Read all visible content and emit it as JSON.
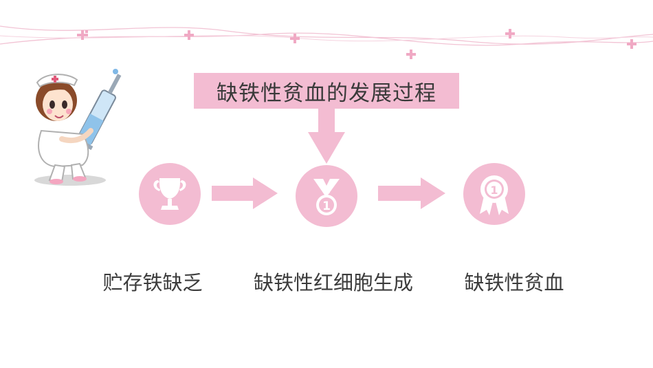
{
  "title": "缺铁性贫血的发展过程",
  "steps": [
    {
      "label": "贮存铁缺乏",
      "icon": "trophy-icon"
    },
    {
      "label": "缺铁性红细胞生成",
      "icon": "medal-icon"
    },
    {
      "label": "缺铁性贫血",
      "icon": "award-rosette-icon"
    }
  ],
  "colors": {
    "accent_pink": "#f3bcd2",
    "line_pink": "#f0b8cd",
    "text_dark": "#3c3c3c"
  }
}
